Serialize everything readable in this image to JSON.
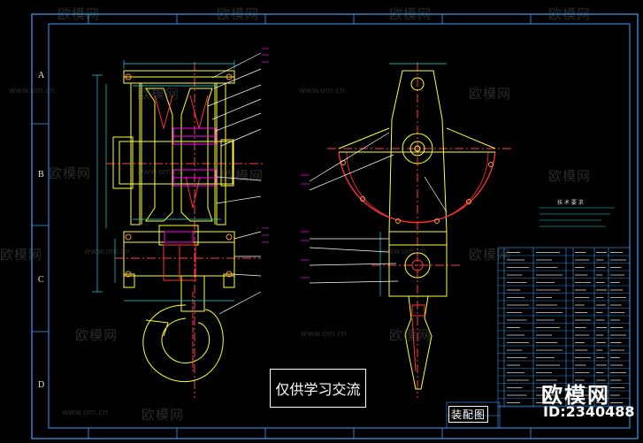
{
  "notice_text": "仅供学习交流",
  "brand": {
    "name": "欧模网",
    "id": "ID:2340488"
  },
  "watermark": {
    "name": "欧模网",
    "url": "www.om.cn"
  },
  "zones": [
    "A",
    "B",
    "C",
    "D"
  ],
  "colors": {
    "frame": "#3aa0ff",
    "part": "#ffff33",
    "centerline": "#ff4040",
    "hatch": "#ff3333",
    "dimension": "#2ad4d4",
    "leader": "#ffffff",
    "annotation": "#ff00ff",
    "background": "#000000"
  },
  "drawing": {
    "assembly_label": "装配图",
    "tech_title": "技 术 要 求"
  }
}
